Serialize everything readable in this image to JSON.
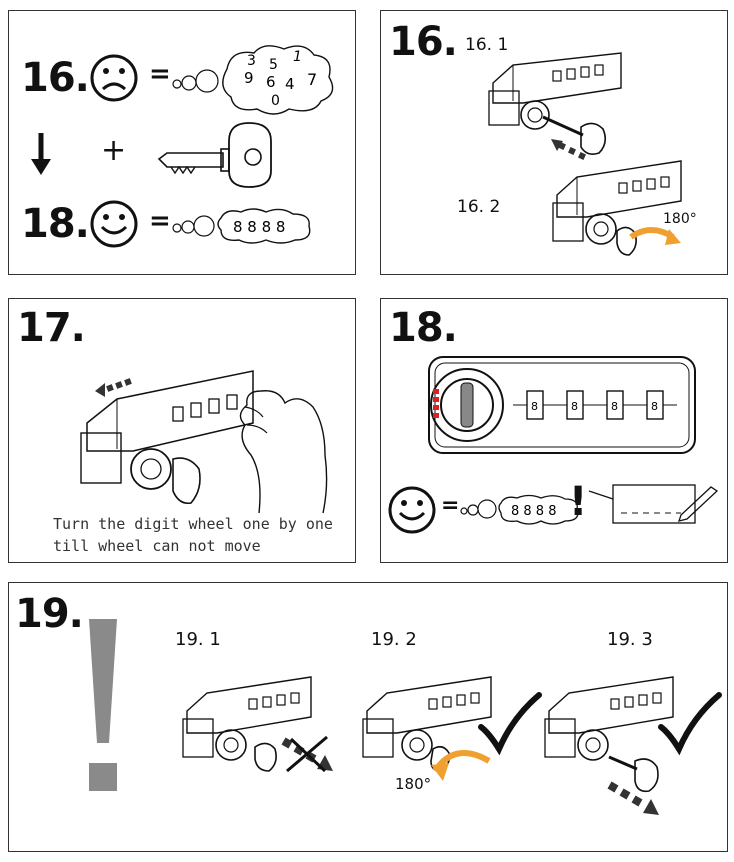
{
  "panel_a": {
    "step_16": "16.",
    "step_18": "18.",
    "equals_1": "=",
    "equals_2": "=",
    "plus": "+",
    "scrambled_digits": [
      "3",
      "5",
      "1",
      "9",
      "6",
      "4",
      "7",
      "0"
    ],
    "code_digits": "8 8 8 8"
  },
  "panel_b": {
    "step": "16.",
    "sub_1": "16. 1",
    "sub_2": "16. 2",
    "angle": "180°"
  },
  "panel_c": {
    "step": "17.",
    "caption_line1": "Turn the digit wheel one by one",
    "caption_line2": "till wheel can not move"
  },
  "panel_d": {
    "step": "18.",
    "equals": "=",
    "code_digits": "8 8 8 8",
    "exclamation": "!",
    "wheel_digit": "8"
  },
  "panel_e": {
    "step": "19.",
    "sub_1": "19. 1",
    "sub_2": "19. 2",
    "sub_3": "19. 3",
    "angle": "180°"
  },
  "colors": {
    "line": "#111111",
    "red_mark": "#e02020",
    "orange_arrow": "#f0a030",
    "gray_exclamation": "#8a8a8a"
  }
}
